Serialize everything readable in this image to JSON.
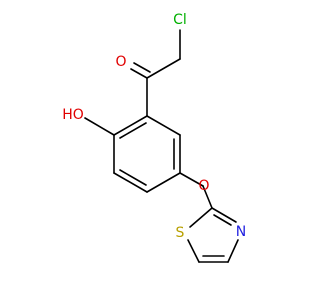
{
  "molecule": {
    "atoms": {
      "cl": {
        "label": "Cl",
        "color": "#00b000"
      },
      "o_carbonyl": {
        "label": "O",
        "color": "#e00000"
      },
      "o_hydroxyl": {
        "label": "HO",
        "color": "#e00000"
      },
      "o_ether": {
        "label": "O",
        "color": "#e00000"
      },
      "s": {
        "label": "S",
        "color": "#b8a000"
      },
      "n": {
        "label": "N",
        "color": "#2020e0"
      }
    },
    "bond_color": "#000000"
  }
}
